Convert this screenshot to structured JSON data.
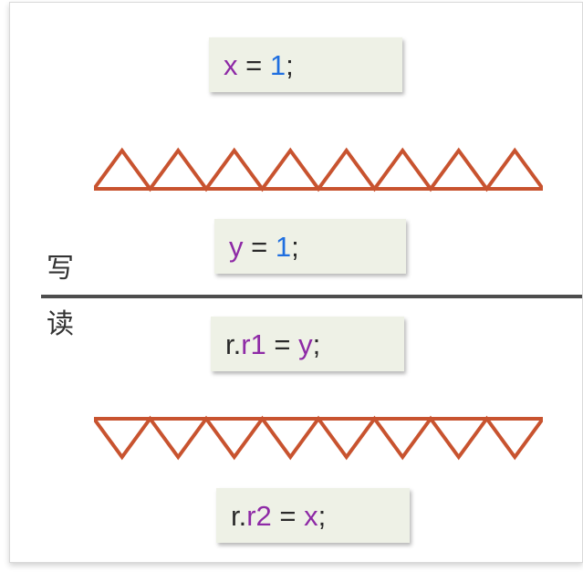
{
  "labels": {
    "write": "写",
    "read": "读"
  },
  "statements": {
    "s1": {
      "a": "x",
      "op": " = ",
      "b": "1",
      "end": ";"
    },
    "s2": {
      "a": "y",
      "op": " = ",
      "b": "1",
      "end": ";"
    },
    "s3": {
      "lhs_prefix": "r.",
      "lhs_field": "r1",
      "op": " = ",
      "rhs": "y",
      "end": ";"
    },
    "s4": {
      "lhs_prefix": "r.",
      "lhs_field": "r2",
      "op": " = ",
      "rhs": "x",
      "end": ";"
    }
  },
  "colors": {
    "variable": "#8e2aa6",
    "number": "#1f6fe0",
    "barrier": "#c8532f",
    "divider": "#4d4d4d",
    "box_fill": "#eef1e6"
  }
}
